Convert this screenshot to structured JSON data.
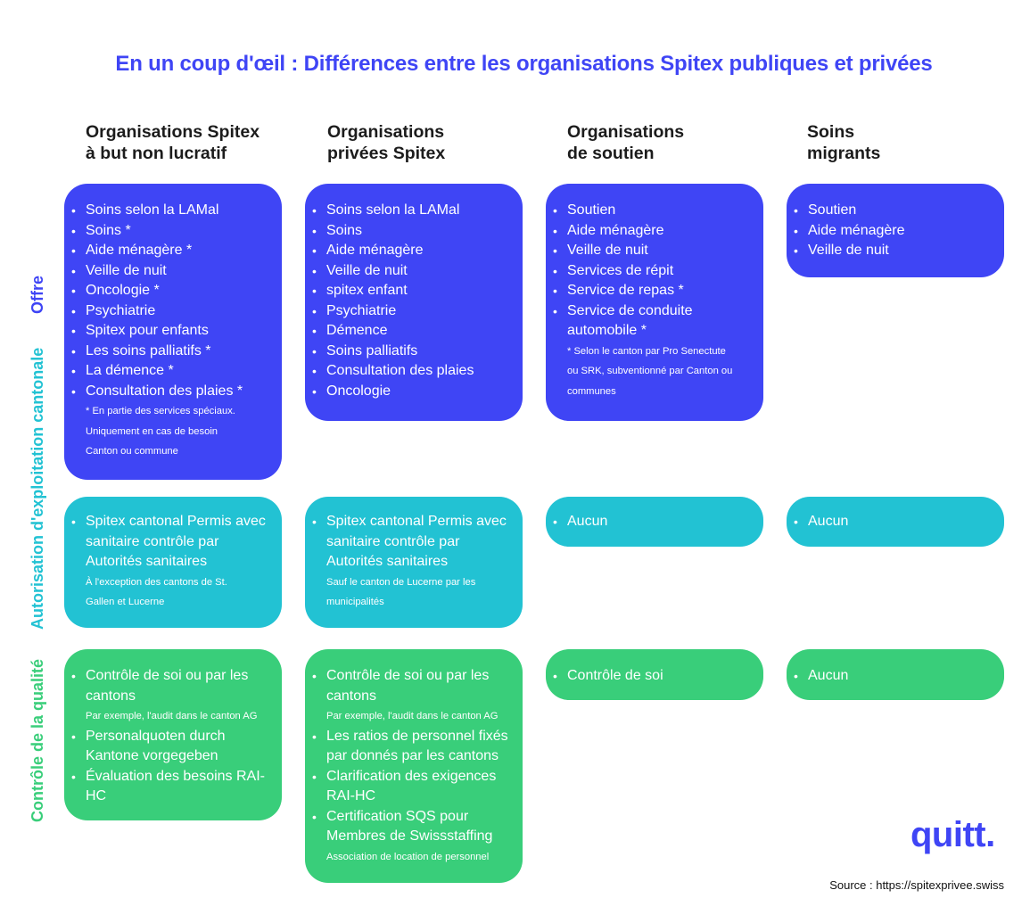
{
  "title": "En un coup d'œil : Différences entre les organisations Spitex publiques et privées",
  "columns": [
    {
      "line1": "Organisations Spitex",
      "line2": "à but non lucratif"
    },
    {
      "line1": "Organisations",
      "line2": "privées Spitex"
    },
    {
      "line1": "Organisations",
      "line2": "de soutien"
    },
    {
      "line1": "Soins",
      "line2": "migrants"
    }
  ],
  "row_labels": {
    "offre": {
      "text": "Offre",
      "color": "#3f45f5"
    },
    "autorisation": {
      "text": "Autorisation d'exploitation cantonale",
      "color": "#22c2d3"
    },
    "qualite": {
      "text": "Contrôle de la qualité",
      "color": "#39ce7a"
    }
  },
  "colors": {
    "offre": "#3f45f5",
    "autorisation": "#22c2d3",
    "qualite": "#39ce7a"
  },
  "offre": [
    {
      "items": [
        "Soins selon la LAMal",
        "Soins *",
        "Aide ménagère *",
        "Veille de nuit",
        "Oncologie *",
        "Psychiatrie",
        "Spitex pour enfants",
        "Les soins palliatifs *",
        "La démence *",
        "Consultation des plaies *"
      ],
      "notes": [
        "* En partie des services spéciaux.",
        "Uniquement en cas de besoin",
        "Canton ou commune"
      ]
    },
    {
      "items": [
        "Soins selon la LAMal",
        "Soins",
        "Aide ménagère",
        "Veille de nuit",
        "spitex enfant",
        "Psychiatrie",
        "Démence",
        "Soins palliatifs",
        "Consultation des plaies",
        "Oncologie"
      ],
      "notes": []
    },
    {
      "items": [
        "Soutien",
        "Aide ménagère",
        "Veille de nuit",
        "Services de répit",
        "Service de repas *",
        "Service de conduite automobile *"
      ],
      "notes": [
        "* Selon le canton par Pro Senectute",
        "ou SRK, subventionné par Canton ou",
        "communes"
      ]
    },
    {
      "items": [
        "Soutien",
        "Aide ménagère",
        "Veille de nuit"
      ],
      "notes": []
    }
  ],
  "autorisation": [
    {
      "items": [
        "Spitex cantonal Permis avec sanitaire contrôle par Autorités sanitaires"
      ],
      "notes": [
        "À l'exception des cantons de St.",
        "Gallen et Lucerne"
      ]
    },
    {
      "items": [
        "Spitex cantonal Permis avec sanitaire contrôle par Autorités sanitaires"
      ],
      "notes": [
        "Sauf le canton de Lucerne par les",
        "municipalités"
      ]
    },
    {
      "items": [
        "Aucun"
      ],
      "notes": []
    },
    {
      "items": [
        "Aucun"
      ],
      "notes": []
    }
  ],
  "qualite": [
    {
      "items": [
        "Contrôle de soi ou par les cantons",
        "Personalquoten durch Kantone vorgegeben",
        "Évaluation des besoins RAI-HC"
      ],
      "item_notes": [
        "Par exemple, l'audit dans le canton AG",
        "",
        ""
      ]
    },
    {
      "items": [
        "Contrôle de soi ou par les cantons",
        "Les ratios de personnel fixés par donnés par les cantons",
        "Clarification des exigences RAI-HC",
        "Certification SQS pour Membres de Swissstaffing"
      ],
      "item_notes": [
        "Par exemple, l'audit dans le canton AG",
        "",
        "",
        "Association de location de personnel"
      ]
    },
    {
      "items": [
        "Contrôle de soi"
      ],
      "item_notes": [
        ""
      ]
    },
    {
      "items": [
        "Aucun"
      ],
      "item_notes": [
        ""
      ]
    }
  ],
  "logo": "quitt.",
  "source": "Source : https://spitexprivee.swiss"
}
